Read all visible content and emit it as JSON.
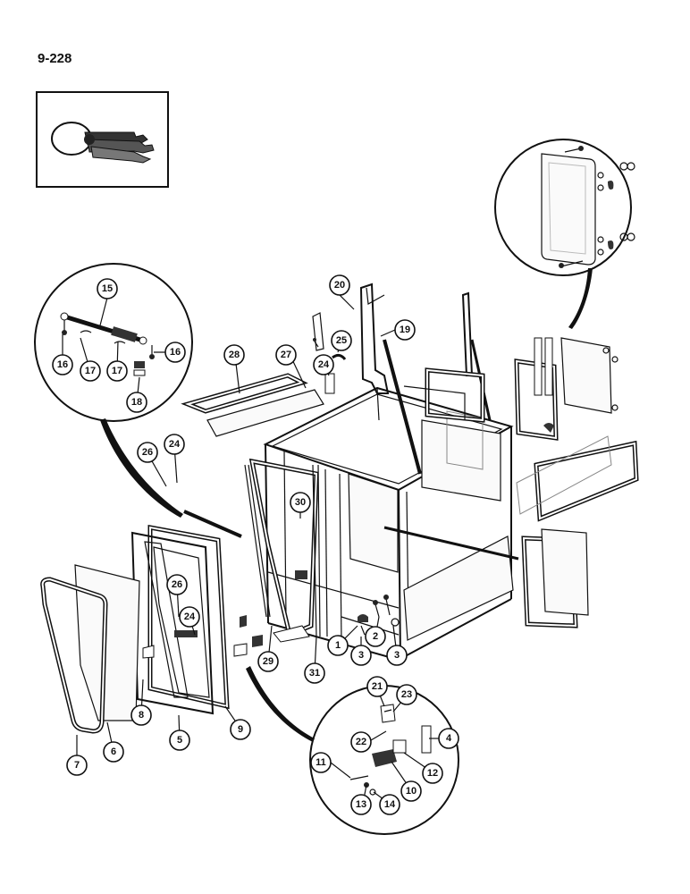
{
  "page_number": "9-228",
  "callouts": {
    "c1": "1",
    "c2": "2",
    "c3a": "3",
    "c3b": "3",
    "c4": "4",
    "c5": "5",
    "c6": "6",
    "c7": "7",
    "c8": "8",
    "c9": "9",
    "c10": "10",
    "c11": "11",
    "c12": "12",
    "c13": "13",
    "c14": "14",
    "c15": "15",
    "c16a": "16",
    "c16b": "16",
    "c17a": "17",
    "c17b": "17",
    "c18": "18",
    "c19": "19",
    "c20": "20",
    "c21": "21",
    "c22": "22",
    "c23": "23",
    "c24a": "24",
    "c24b": "24",
    "c24c": "24",
    "c25": "25",
    "c26a": "26",
    "c26b": "26",
    "c27": "27",
    "c28": "28",
    "c29": "29",
    "c30": "30",
    "c31": "31"
  }
}
